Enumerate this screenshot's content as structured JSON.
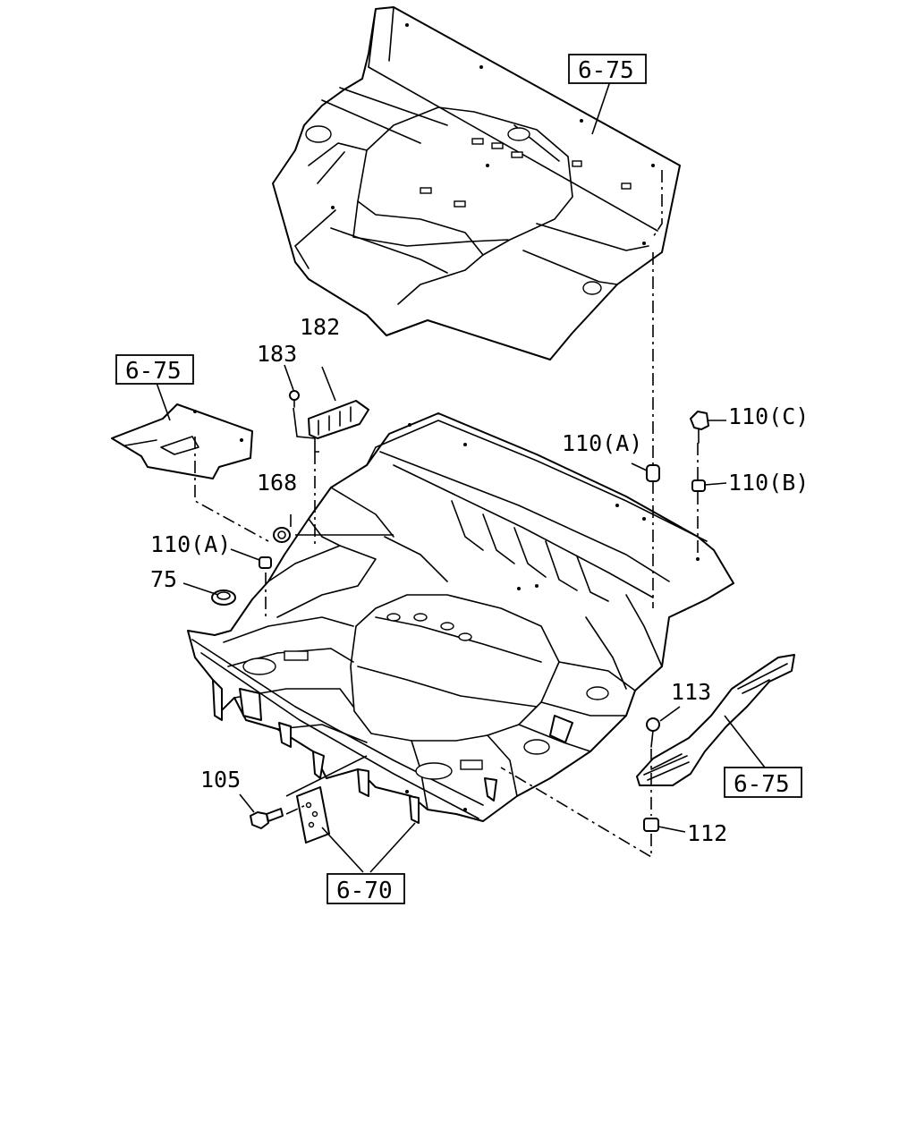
{
  "callouts": {
    "c182": "182",
    "c183": "183",
    "c168": "168",
    "c110a_left": "110(A)",
    "c110a_right": "110(A)",
    "c110b": "110(B)",
    "c110c": "110(C)",
    "c75": "75",
    "c113": "113",
    "c105": "105",
    "c112": "112"
  },
  "references": {
    "ref_top": "6-75",
    "ref_left": "6-75",
    "ref_right": "6-75",
    "ref_bottom": "6-70"
  }
}
